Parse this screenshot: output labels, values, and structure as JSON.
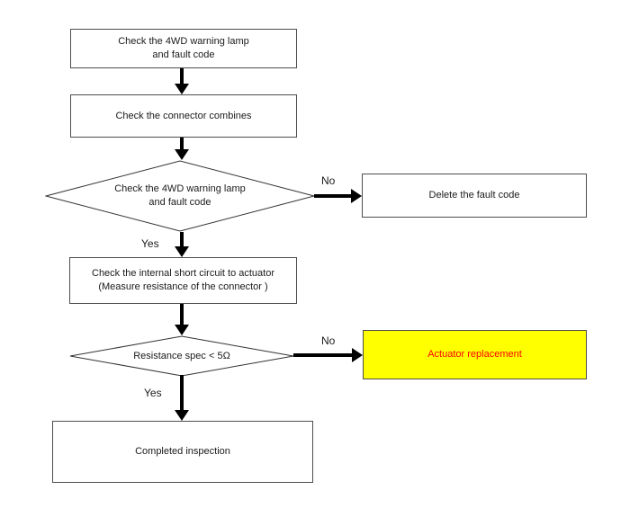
{
  "diagram": {
    "type": "flowchart",
    "background": "#ffffff"
  },
  "colors": {
    "box_border": "#4d4d4d",
    "diamond_border": "#333333",
    "arrow": "#000000",
    "text": "#1a1a1a",
    "highlight_fill": "#ffff00",
    "highlight_text": "#ff0000"
  },
  "nodes": {
    "check_lamp_initial": {
      "text": "Check the 4WD warning lamp\nand fault code"
    },
    "check_connector": {
      "text": "Check the connector combines"
    },
    "decision_lamp": {
      "text": "Check the 4WD warning lamp\nand fault code"
    },
    "delete_fault_code": {
      "text": "Delete the fault code"
    },
    "check_short_circuit": {
      "text": "Check the internal short circuit to actuator\n(Measure resistance of the connector )"
    },
    "decision_resistance": {
      "text": "Resistance spec < 5Ω"
    },
    "actuator_replacement": {
      "text": "Actuator replacement"
    },
    "completed_inspection": {
      "text": "Completed inspection"
    }
  },
  "edge_labels": {
    "decision_lamp_no": "No",
    "decision_lamp_yes": "Yes",
    "decision_resistance_no": "No",
    "decision_resistance_yes": "Yes"
  }
}
